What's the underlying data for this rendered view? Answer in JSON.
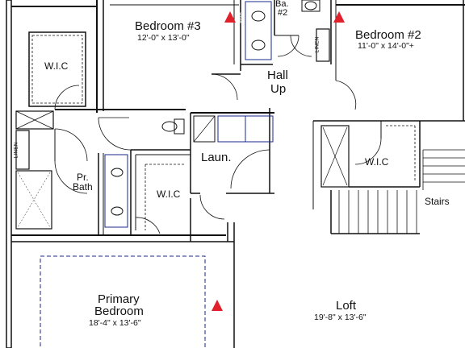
{
  "rooms": {
    "bedroom3": {
      "name": "Bedroom #3",
      "dims": "12'-0\" x 13'-0\""
    },
    "bath2": {
      "name_line1": "Ba.",
      "name_line2": "#2"
    },
    "bedroom2": {
      "name": "Bedroom #2",
      "dims": "11'-0\" x 14'-0\"+"
    },
    "wic_left": {
      "name": "W.I.C"
    },
    "hall": {
      "name_line1": "Hall",
      "name_line2": "Up"
    },
    "laundry": {
      "name": "Laun."
    },
    "primary_bath": {
      "name_line1": "Pr.",
      "name_line2": "Bath"
    },
    "wic_mid": {
      "name": "W.I.C"
    },
    "wic_right": {
      "name": "W.I.C"
    },
    "stairs": {
      "name": "Stairs"
    },
    "primary_bedroom": {
      "name_line1": "Primary",
      "name_line2": "Bedroom",
      "dims": "18'-4\" x 13'-6\""
    },
    "loft": {
      "name": "Loft",
      "dims": "19'-8\" x 13'-6\""
    }
  },
  "linen_label": "LINEN",
  "data_marker_label": "DATA",
  "colors": {
    "wall": "#111111",
    "fixture_blue": "#1a2a8c",
    "data_marker": "#e0202a"
  }
}
